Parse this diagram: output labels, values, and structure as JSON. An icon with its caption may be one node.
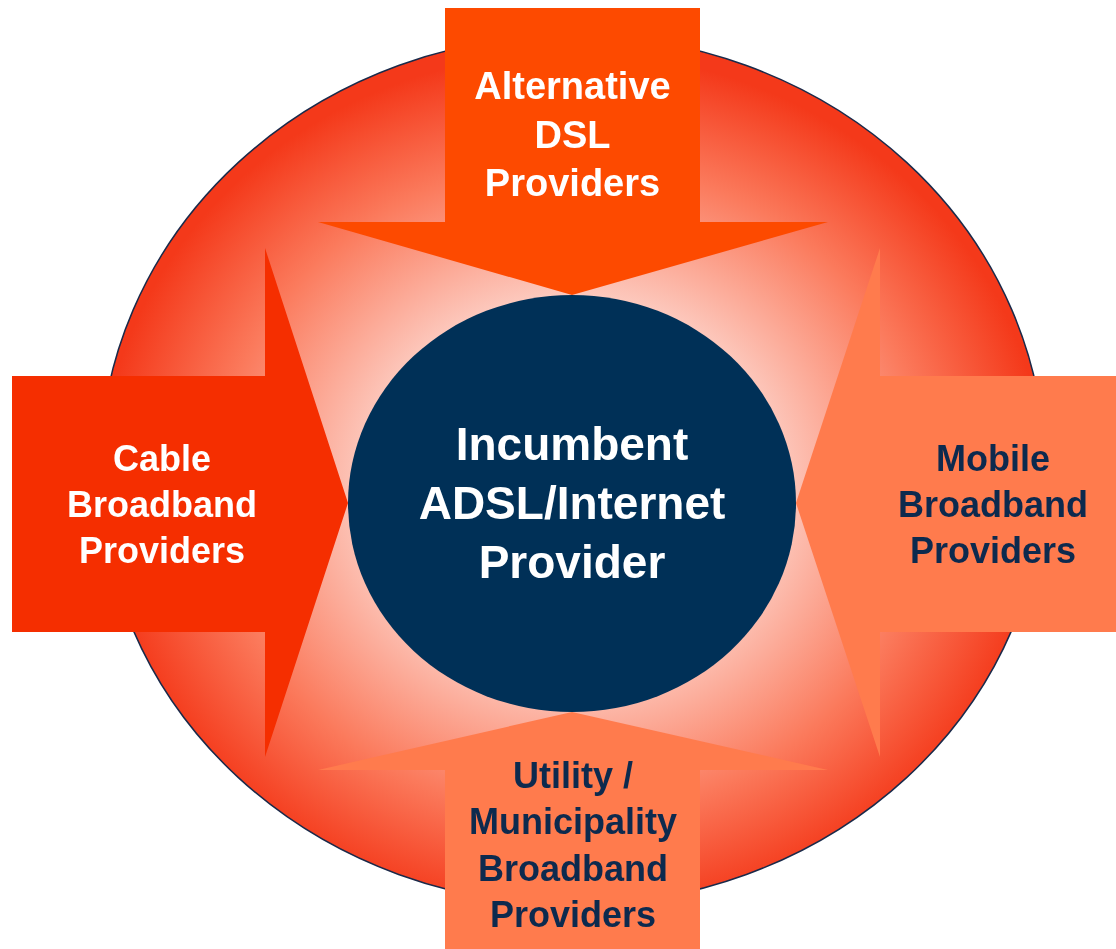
{
  "diagram": {
    "nodes": [
      {
        "text": [],
        "shape": "circle"
      },
      {
        "text": [
          "Alternative DSL Providers"
        ]
      },
      {
        "text": [
          "Cable Broadband Providers"
        ]
      },
      {
        "text": [
          "Incumbent ADSL/Internet Provider"
        ],
        "in": 0
      },
      {
        "text": [
          "Mobile Broadband Providers"
        ]
      },
      {
        "text": [
          "Utility / Municipality Broadband Providers"
        ]
      }
    ]
  }
}
